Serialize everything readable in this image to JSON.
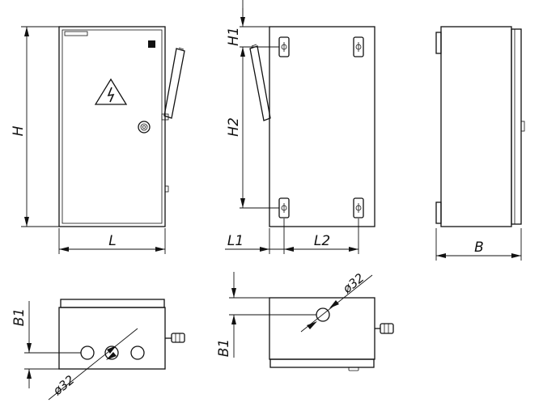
{
  "labels": {
    "height": "H",
    "width_front": "L",
    "h1": "H1",
    "h2": "H2",
    "l1": "L1",
    "l2": "L2",
    "depth": "B",
    "b1_left": "B1",
    "b1_right": "B1",
    "dia_left": "ø32",
    "dia_right": "ø32"
  },
  "symbols": {
    "warning": "high-voltage-icon"
  }
}
